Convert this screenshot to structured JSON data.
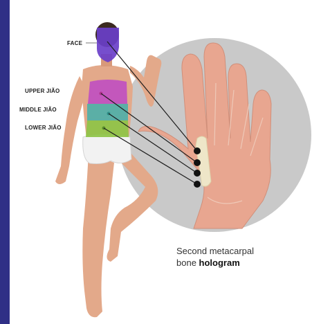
{
  "labels": {
    "face": "FACE",
    "upper": "UPPER JIÃO",
    "middle": "MIDDLE JIÃO",
    "lower": "LOWER JIÃO"
  },
  "caption": {
    "line1": "Second metacarpal",
    "line2_plain": "bone ",
    "line2_bold": "hologram"
  },
  "colors": {
    "face": "#6a3fc9",
    "upper": "#c050c0",
    "middle": "#4fb0a8",
    "lower": "#8ec446",
    "accent_bar": "#2f2f86",
    "circle_bg": "#c9c9c9"
  }
}
